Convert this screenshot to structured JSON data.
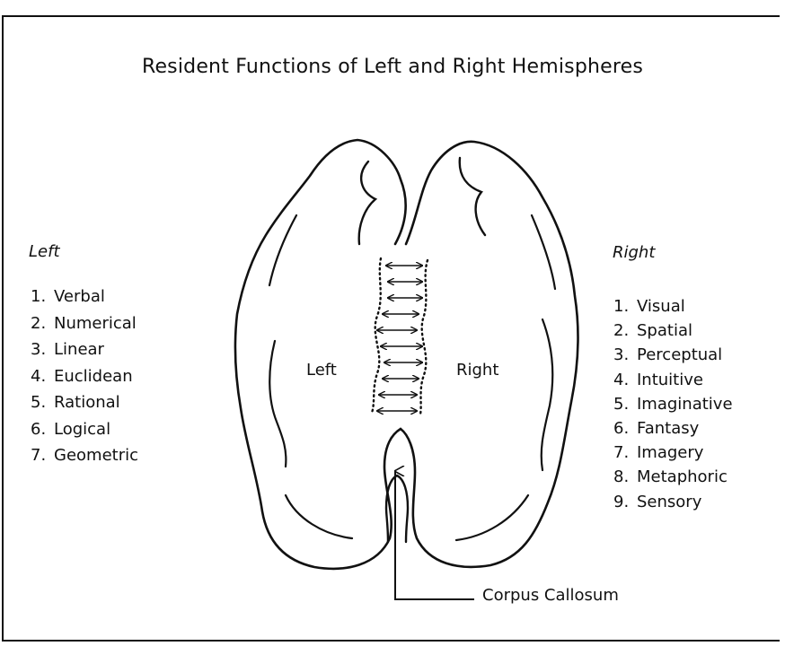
{
  "title": "Resident Functions of Left and Right Hemispheres",
  "left": {
    "heading": "Left",
    "items": [
      {
        "num": "1.",
        "label": "Verbal"
      },
      {
        "num": "2.",
        "label": "Numerical"
      },
      {
        "num": "3.",
        "label": "Linear"
      },
      {
        "num": "4.",
        "label": "Euclidean"
      },
      {
        "num": "5.",
        "label": "Rational"
      },
      {
        "num": "6.",
        "label": "Logical"
      },
      {
        "num": "7.",
        "label": "Geometric"
      }
    ]
  },
  "right": {
    "heading": "Right",
    "items": [
      {
        "num": "1.",
        "label": "Visual"
      },
      {
        "num": "2.",
        "label": "Spatial"
      },
      {
        "num": "3.",
        "label": "Perceptual"
      },
      {
        "num": "4.",
        "label": "Intuitive"
      },
      {
        "num": "5.",
        "label": "Imaginative"
      },
      {
        "num": "6.",
        "label": "Fantasy"
      },
      {
        "num": "7.",
        "label": "Imagery"
      },
      {
        "num": "8.",
        "label": "Metaphoric"
      },
      {
        "num": "9.",
        "label": "Sensory"
      }
    ]
  },
  "diagram": {
    "left_label": "Left",
    "right_label": "Right",
    "callout": "Corpus Callosum"
  }
}
